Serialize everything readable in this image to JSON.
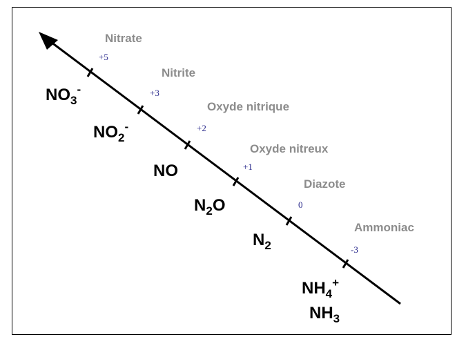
{
  "species": [
    {
      "name": "Nitrate",
      "oxidation": "+5",
      "formula": [
        {
          "t": "NO"
        },
        {
          "sub": "3"
        },
        {
          "sup": "-"
        }
      ]
    },
    {
      "name": "Nitrite",
      "oxidation": "+3",
      "formula": [
        {
          "t": "NO"
        },
        {
          "sub": "2"
        },
        {
          "sup": "-"
        }
      ]
    },
    {
      "name": "Oxyde nitrique",
      "oxidation": "+2",
      "formula": [
        {
          "t": "NO"
        }
      ]
    },
    {
      "name": "Oxyde nitreux",
      "oxidation": "+1",
      "formula": [
        {
          "t": "N"
        },
        {
          "sub": "2"
        },
        {
          "t": "O"
        }
      ]
    },
    {
      "name": "Diazote",
      "oxidation": "0",
      "formula": [
        {
          "t": "N"
        },
        {
          "sub": "2"
        }
      ]
    },
    {
      "name": "Ammoniac",
      "oxidation": "-3",
      "formula": [
        {
          "t": "NH"
        },
        {
          "sub": "4"
        },
        {
          "sup": "+"
        }
      ],
      "formula2": [
        {
          "t": "NH"
        },
        {
          "sub": "3"
        }
      ]
    }
  ],
  "colors": {
    "name": "#8c8c8c",
    "oxidation": "#2a2a8c",
    "formula": "#000000",
    "axis": "#000000"
  }
}
